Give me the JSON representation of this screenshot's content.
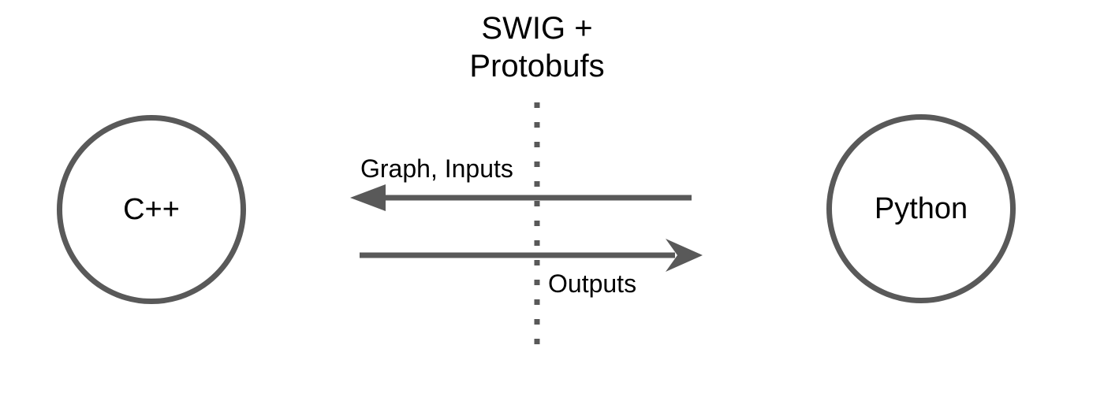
{
  "diagram": {
    "title": "SWIG +\nProtobufs",
    "left_node_label": "C++",
    "right_node_label": "Python",
    "left_arrow_label": "Graph, Inputs",
    "right_arrow_label": "Outputs",
    "colors": {
      "shape_gray": "#595959",
      "text_black": "#000000",
      "background": "#ffffff"
    }
  }
}
